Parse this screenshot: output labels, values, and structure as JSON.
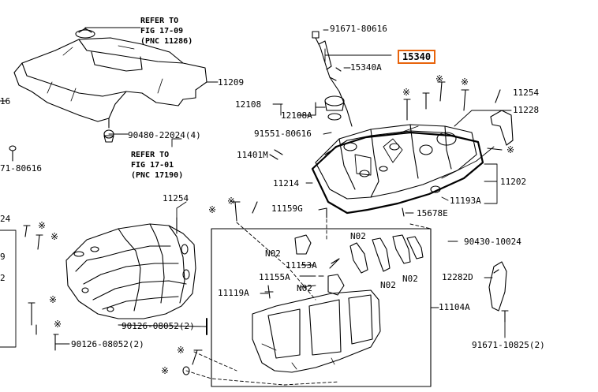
{
  "highlight_color": "#e8640c",
  "star_symbol": "※",
  "refs": {
    "a_line1": "REFER TO",
    "a_line2": "FIG 17-09",
    "a_line3": "(PNC 11286)",
    "b_line1": "REFER TO",
    "b_line2": "FIG 17-01",
    "b_line3": "(PNC 17190)"
  },
  "parts": {
    "p91671_80616_top": "91671-80616",
    "p15340": "15340",
    "p15340A": "15340A",
    "p11209": "11209",
    "p11254_top": "11254",
    "p12108": "12108",
    "p12108A": "12108A",
    "p11228": "11228",
    "p91551_80616": "91551-80616",
    "p90480_22024": "90480-22024(4)",
    "p11401M": "11401M",
    "p16_left": "16",
    "p71_80616_left": "71-80616",
    "p11214": "11214",
    "p11202": "11202",
    "p11193A": "11193A",
    "p11254_mid": "11254",
    "p11159G": "11159G",
    "p15678E": "15678E",
    "p24_left": "24",
    "p2_left": "2",
    "pN02_a": "N02",
    "pN02_b": "N02",
    "pN02_c": "N02",
    "pN02_d": "N02",
    "pN02_e": "N02",
    "p90430_10024": "90430-10024",
    "p11153A": "11153A",
    "p11155A": "11155A",
    "p12282D": "12282D",
    "p11119A": "11119A",
    "p11104A": "11104A",
    "p90126_08052_a": "90126-08052(2)",
    "p90126_08052_b": "90126-08052(2)",
    "p91671_10825": "91671-10825(2)",
    "p9_left": "9"
  }
}
